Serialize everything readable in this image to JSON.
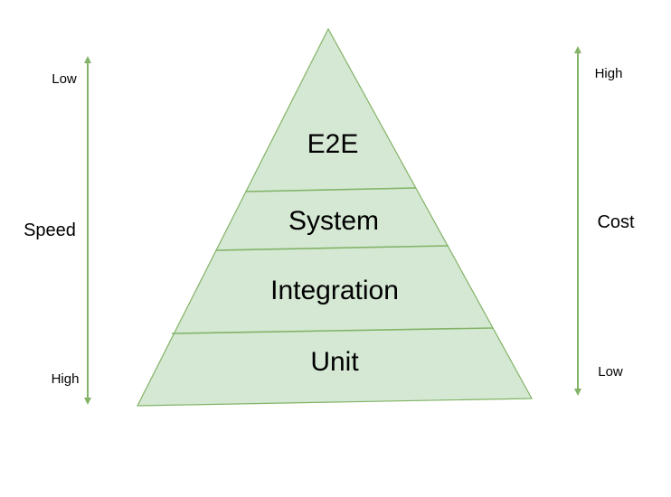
{
  "colors": {
    "pyramid_fill": "#d5e8d4",
    "pyramid_stroke": "#82b366",
    "arrow": "#82b366",
    "text": "#000000"
  },
  "pyramid": {
    "layers": [
      {
        "label": "E2E"
      },
      {
        "label": "System"
      },
      {
        "label": "Integration"
      },
      {
        "label": "Unit"
      }
    ]
  },
  "speed_axis": {
    "title": "Speed",
    "top_label": "Low",
    "bottom_label": "High",
    "arrow": "double-headed"
  },
  "cost_axis": {
    "title": "Cost",
    "top_label": "High",
    "bottom_label": "Low",
    "arrow": "double-headed"
  }
}
